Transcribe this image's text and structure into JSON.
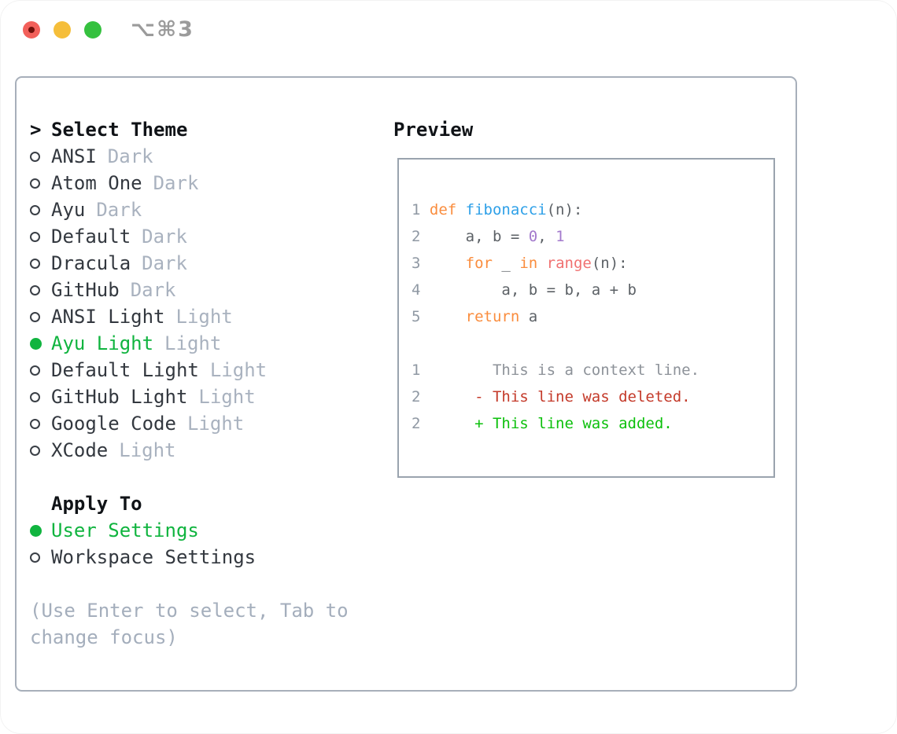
{
  "window": {
    "title": "⌥⌘3",
    "traffic_lights": [
      {
        "name": "close"
      },
      {
        "name": "minimize"
      },
      {
        "name": "zoom"
      }
    ]
  },
  "theme_panel": {
    "header": {
      "cursor": ">",
      "label": "Select Theme"
    },
    "themes": [
      {
        "name": "ANSI",
        "variant": "Dark",
        "selected": false
      },
      {
        "name": "Atom One",
        "variant": "Dark",
        "selected": false
      },
      {
        "name": "Ayu",
        "variant": "Dark",
        "selected": false
      },
      {
        "name": "Default",
        "variant": "Dark",
        "selected": false
      },
      {
        "name": "Dracula",
        "variant": "Dark",
        "selected": false
      },
      {
        "name": "GitHub",
        "variant": "Dark",
        "selected": false
      },
      {
        "name": "ANSI Light",
        "variant": "Light",
        "selected": false
      },
      {
        "name": "Ayu Light",
        "variant": "Light",
        "selected": true
      },
      {
        "name": "Default Light",
        "variant": "Light",
        "selected": false
      },
      {
        "name": "GitHub Light",
        "variant": "Light",
        "selected": false
      },
      {
        "name": "Google Code",
        "variant": "Light",
        "selected": false
      },
      {
        "name": "XCode",
        "variant": "Light",
        "selected": false
      }
    ],
    "apply_to": {
      "label": "Apply To",
      "options": [
        {
          "label": "User Settings",
          "selected": true
        },
        {
          "label": "Workspace Settings",
          "selected": false
        }
      ]
    },
    "hint_lines": [
      "(Use Enter to select, Tab to",
      "change focus)"
    ]
  },
  "preview": {
    "label": "Preview",
    "lines": [
      {
        "num": "1",
        "segs": [
          [
            "kw",
            "def "
          ],
          [
            "fn",
            "fibonacci"
          ],
          [
            "tx",
            "(n):"
          ]
        ]
      },
      {
        "num": "2",
        "segs": [
          [
            "tx",
            "    a, b = "
          ],
          [
            "cn",
            "0"
          ],
          [
            "tx",
            ", "
          ],
          [
            "cn",
            "1"
          ]
        ]
      },
      {
        "num": "3",
        "segs": [
          [
            "tx",
            "    "
          ],
          [
            "kw",
            "for"
          ],
          [
            "tx",
            " _ "
          ],
          [
            "kw",
            "in"
          ],
          [
            "tx",
            " "
          ],
          [
            "fc",
            "range"
          ],
          [
            "tx",
            "(n):"
          ]
        ]
      },
      {
        "num": "4",
        "segs": [
          [
            "tx",
            "        a, b = b, a + b"
          ]
        ]
      },
      {
        "num": "5",
        "segs": [
          [
            "tx",
            "    "
          ],
          [
            "kw",
            "return"
          ],
          [
            "tx",
            " a"
          ]
        ]
      },
      {
        "num": "",
        "segs": []
      },
      {
        "num": "1",
        "segs": [
          [
            "ctx",
            "       This is a context line."
          ]
        ]
      },
      {
        "num": "2",
        "segs": [
          [
            "del",
            "     - This line was deleted."
          ]
        ]
      },
      {
        "num": "2",
        "segs": [
          [
            "add",
            "     + This line was added."
          ]
        ]
      }
    ]
  },
  "colors": {
    "accent_green": "#10b43f",
    "added_green": "#0cc00c",
    "deleted_red": "#c43a2a",
    "keyword_orange": "#fa8d3e",
    "function_blue": "#2ea0e8",
    "number_purple": "#a37acc",
    "call_coral": "#f07171",
    "code_text": "#5c6166",
    "line_number": "#8f98a3",
    "context_gray": "#8d9299",
    "text_primary": "#33383f",
    "text_muted": "#a9b2bf",
    "hint_gray": "#a4aebc",
    "border_gray": "#a7afba",
    "preview_border": "#9aa3ae",
    "title_gray": "#9b9b9b",
    "light_red": "#f2605a",
    "light_red_dot": "#70100a",
    "light_yellow": "#f5be3a",
    "light_green": "#35c13f"
  }
}
